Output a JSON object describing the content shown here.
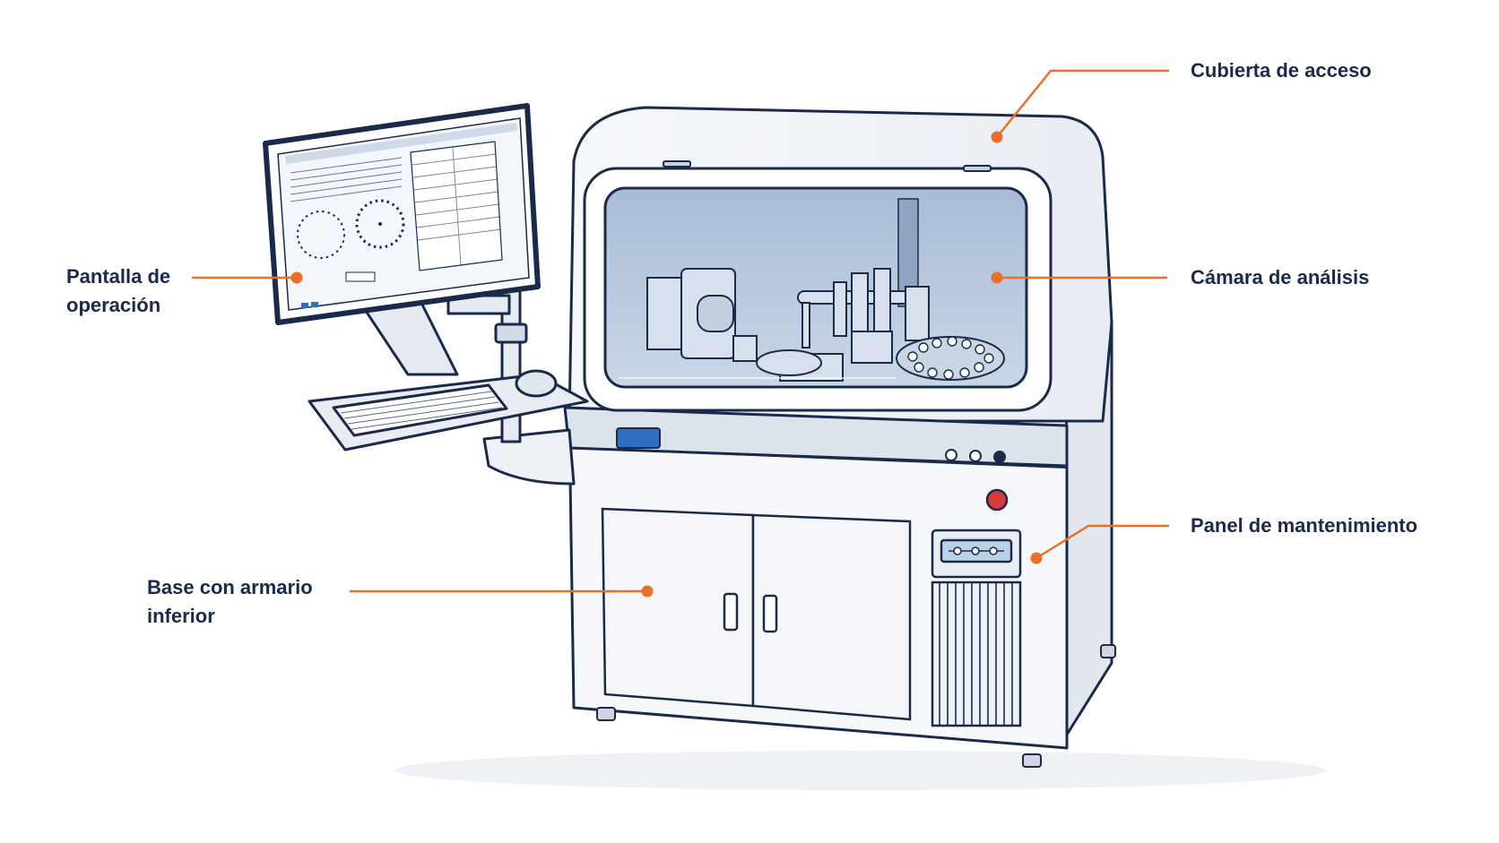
{
  "colors": {
    "outline": "#1b2a4a",
    "accent": "#e8702a",
    "body_fill": "#f4f6fa",
    "glass": "#b9c8dc",
    "screen_blue": "#2f6fc0",
    "alarm_red": "#d83a3a"
  },
  "labels": {
    "access_cover": "Cubierta de acceso",
    "screen_line1": "Pantalla de",
    "screen_line2": "operación",
    "chamber": "Cámara de análisis",
    "maintenance": "Panel de mantenimiento",
    "base_line1": "Base con armario",
    "base_line2": "inferior"
  }
}
